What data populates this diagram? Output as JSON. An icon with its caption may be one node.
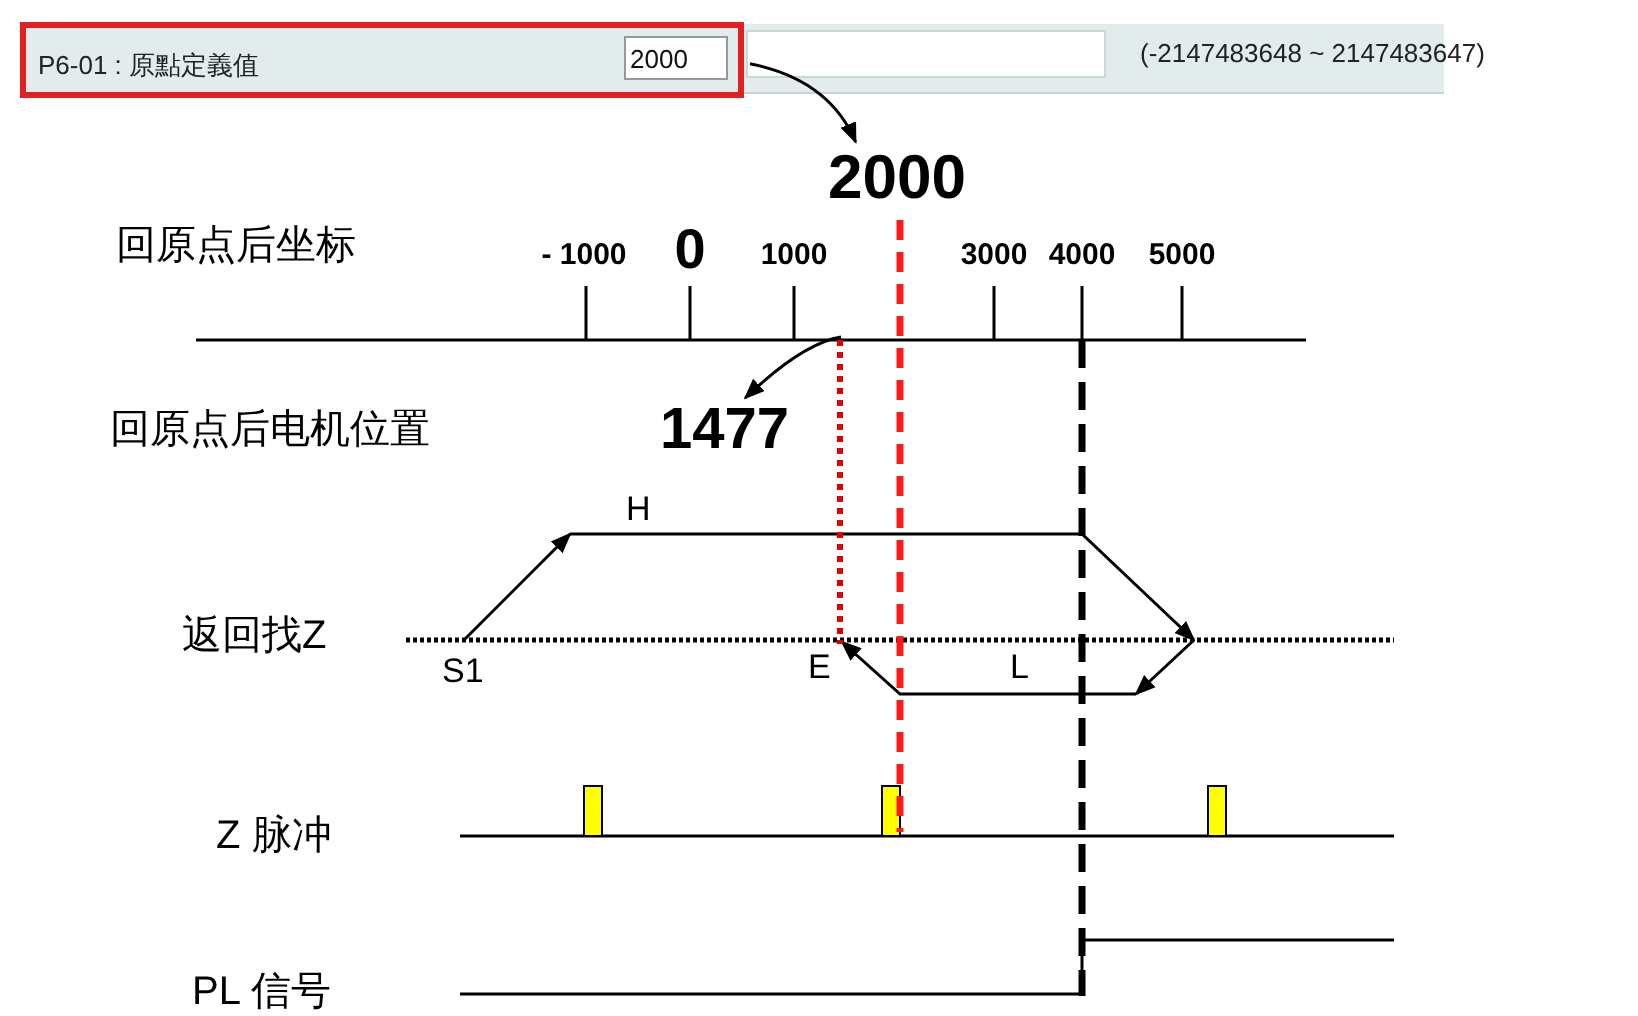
{
  "diagram": {
    "nodes": [
      {
        "text": [
          "P6-01 : 原點定義值",
          "2000"
        ]
      },
      {
        "text": [
          "2000"
        ]
      },
      {
        "text": [
          "1477"
        ]
      },
      {
        "text": [],
        "shape": "line"
      }
    ],
    "edges": [
      {
        "from": 0,
        "to": 1,
        "arrow": "to"
      },
      {
        "from": 3,
        "to": 2,
        "arrow": "to"
      }
    ],
    "labels": [
      "(-2147483648 ~ 2147483647)",
      "回原点后坐标",
      "- 1000",
      "0",
      "1000",
      "3000",
      "4000",
      "5000",
      "回原点后电机位置",
      "H",
      "返回找Z",
      "S1",
      "E",
      "L",
      "Z 脉冲",
      "PL 信号"
    ]
  }
}
